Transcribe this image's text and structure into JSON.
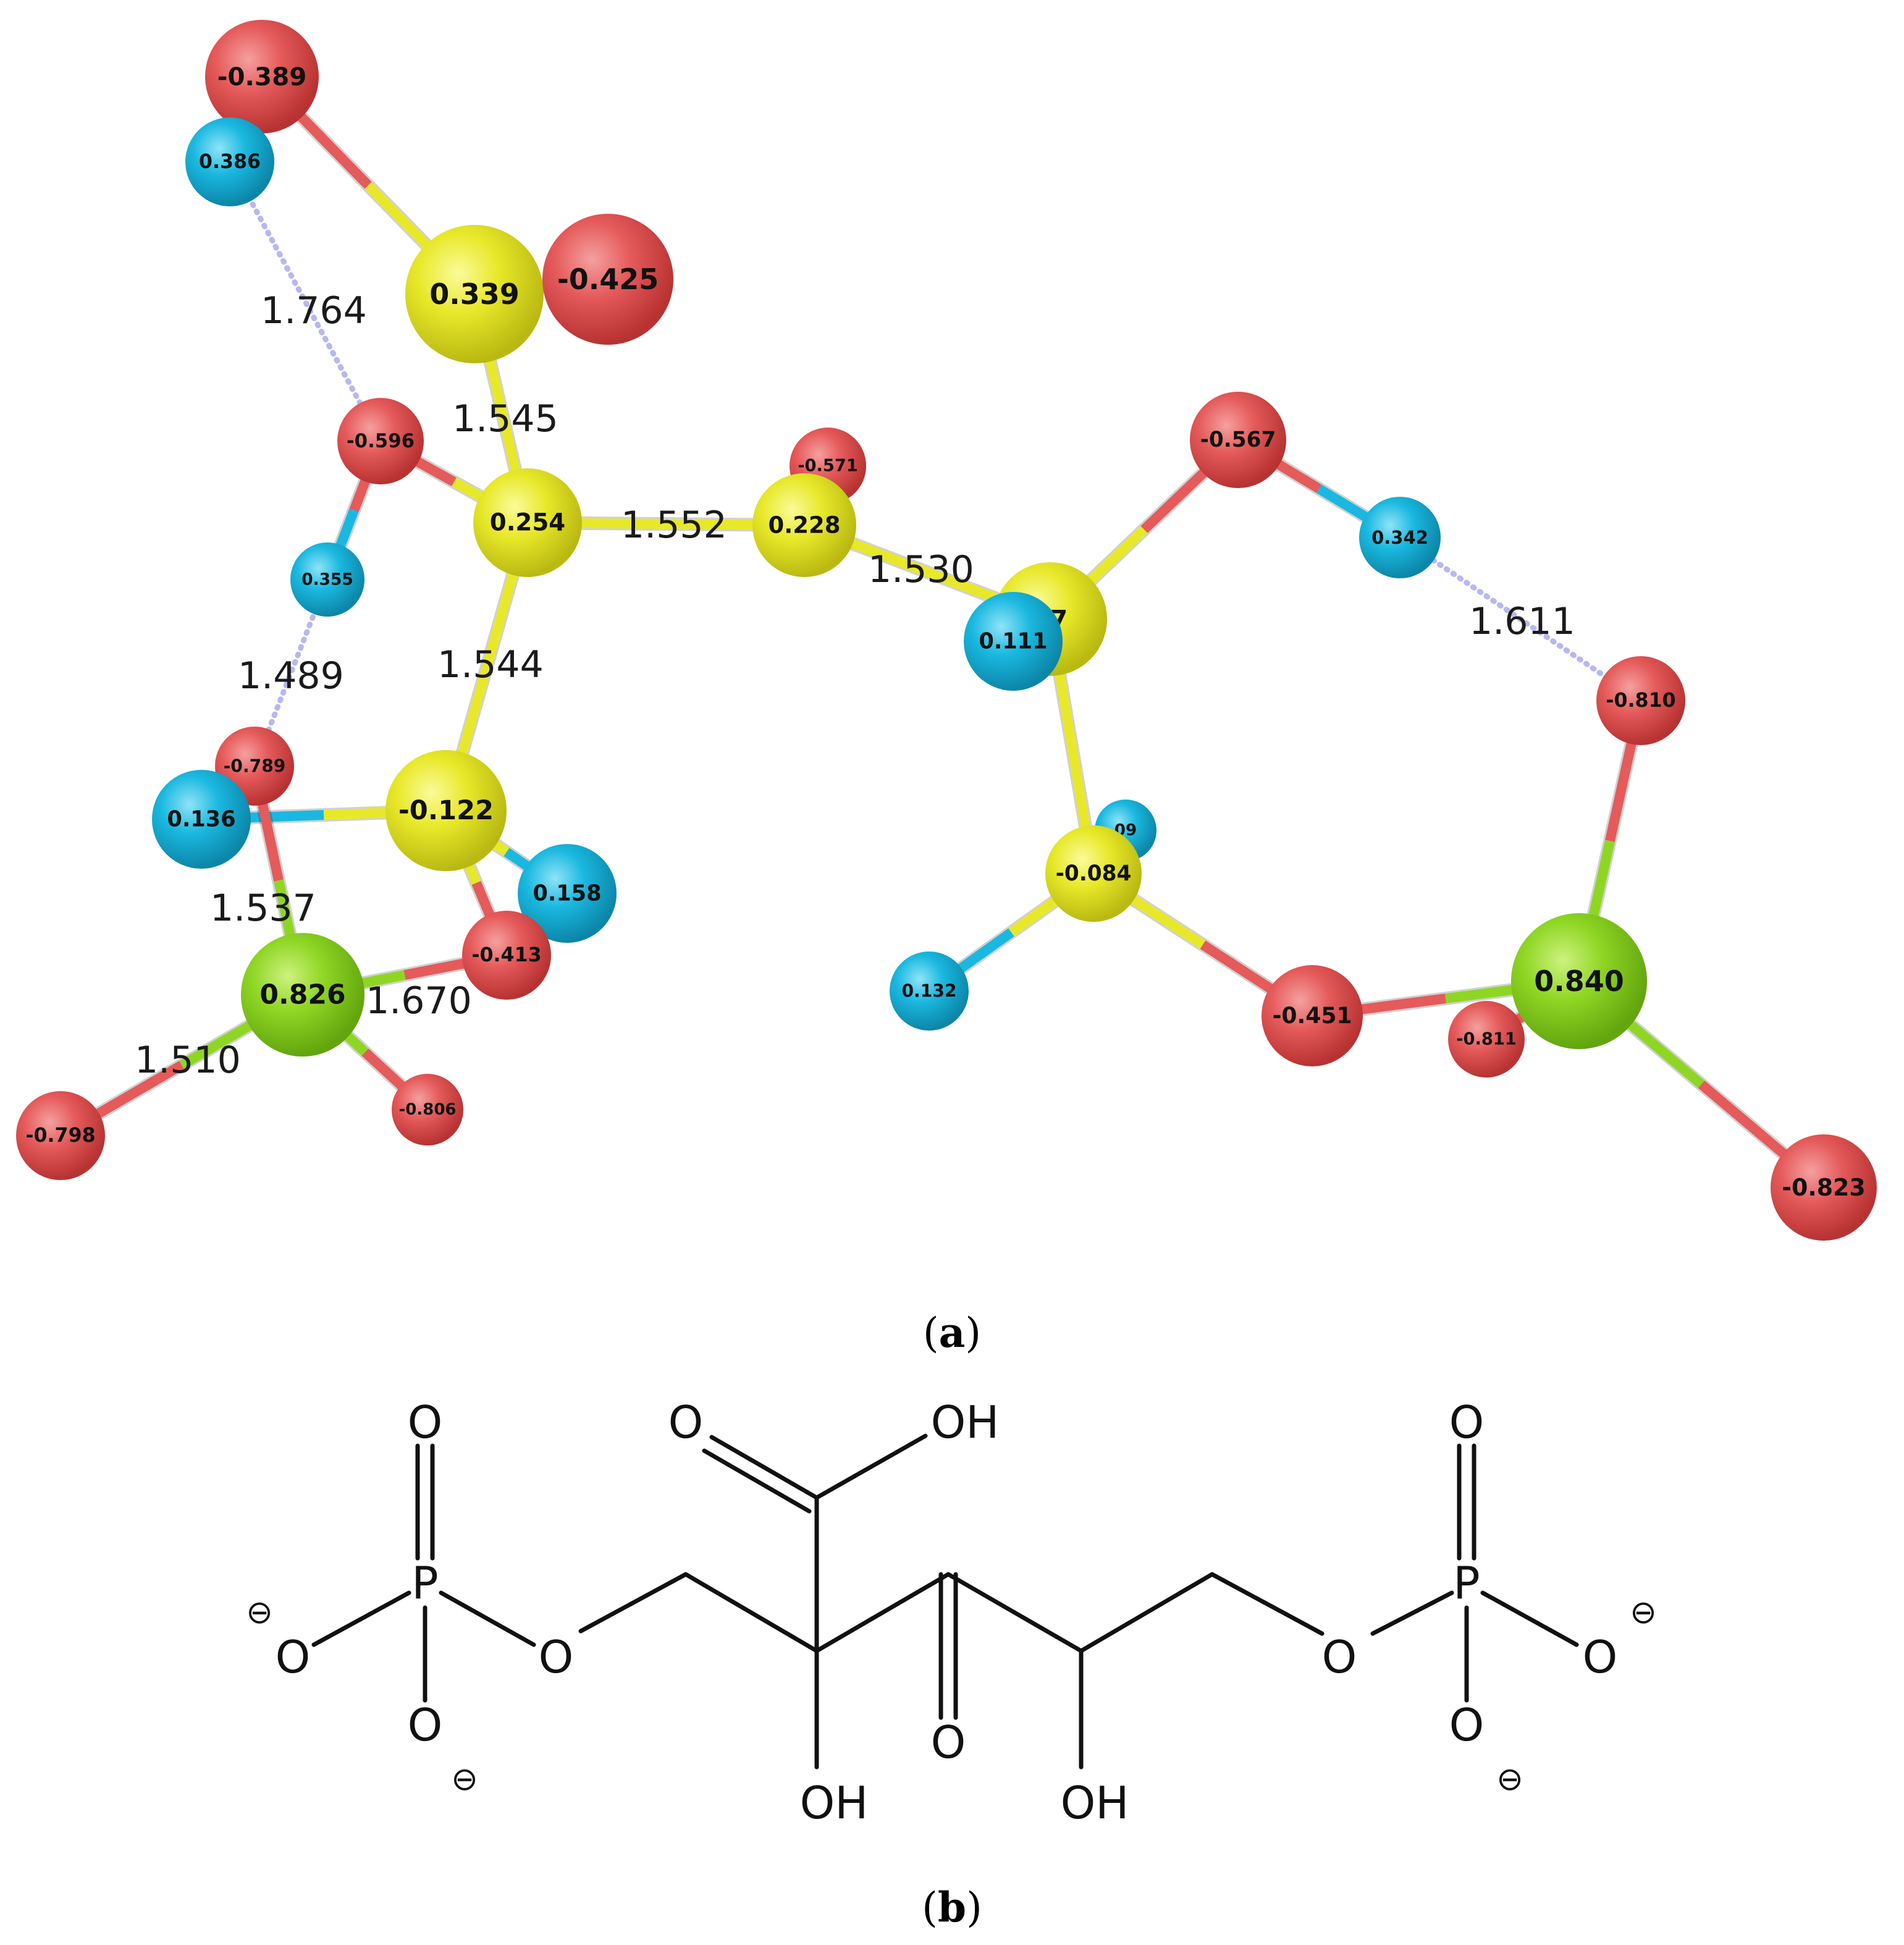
{
  "panel_a": {
    "label_open": "(",
    "label_letter": "a",
    "label_close": ")",
    "atom_colors": {
      "oxygen": "#e55a5a",
      "hydrogen": "#1ab8e0",
      "carbon": "#e8e82a",
      "phosphorus": "#8fd624",
      "hbond": "#b8b8f0"
    },
    "atoms": [
      {
        "id": "o1",
        "element": "oxygen",
        "charge": "-0.389"
      },
      {
        "id": "h1",
        "element": "hydrogen",
        "charge": "0.386"
      },
      {
        "id": "c1",
        "element": "carbon",
        "charge": "0.339"
      },
      {
        "id": "o2",
        "element": "oxygen",
        "charge": "-0.425"
      },
      {
        "id": "o3",
        "element": "oxygen",
        "charge": "-0.596"
      },
      {
        "id": "c2",
        "element": "carbon",
        "charge": "0.254"
      },
      {
        "id": "h2",
        "element": "hydrogen",
        "charge": "0.355"
      },
      {
        "id": "o4",
        "element": "oxygen",
        "charge": "-0.571"
      },
      {
        "id": "c3",
        "element": "carbon",
        "charge": "0.228"
      },
      {
        "id": "c4",
        "element": "carbon",
        "charge": "37"
      },
      {
        "id": "h3",
        "element": "hydrogen",
        "charge": "0.111"
      },
      {
        "id": "o5",
        "element": "oxygen",
        "charge": "-0.567"
      },
      {
        "id": "h4",
        "element": "hydrogen",
        "charge": "0.342"
      },
      {
        "id": "o6",
        "element": "oxygen",
        "charge": "-0.810"
      },
      {
        "id": "o7",
        "element": "oxygen",
        "charge": "-0.789"
      },
      {
        "id": "h5",
        "element": "hydrogen",
        "charge": "0.136"
      },
      {
        "id": "c5",
        "element": "carbon",
        "charge": "-0.122"
      },
      {
        "id": "h6",
        "element": "hydrogen",
        "charge": "0.158"
      },
      {
        "id": "o8",
        "element": "oxygen",
        "charge": "-0.413"
      },
      {
        "id": "p1",
        "element": "phosphorus",
        "charge": "0.826"
      },
      {
        "id": "o9",
        "element": "oxygen",
        "charge": "-0.806"
      },
      {
        "id": "o10",
        "element": "oxygen",
        "charge": "-0.798"
      },
      {
        "id": "h7",
        "element": "hydrogen",
        "charge": "09"
      },
      {
        "id": "c6",
        "element": "carbon",
        "charge": "-0.084"
      },
      {
        "id": "h8",
        "element": "hydrogen",
        "charge": "0.132"
      },
      {
        "id": "o11",
        "element": "oxygen",
        "charge": "-0.451"
      },
      {
        "id": "o12",
        "element": "oxygen",
        "charge": "-0.811"
      },
      {
        "id": "p2",
        "element": "phosphorus",
        "charge": "0.840"
      },
      {
        "id": "o13",
        "element": "oxygen",
        "charge": "-0.823"
      }
    ],
    "bonds": [
      [
        "o1",
        "c1"
      ],
      [
        "c1",
        "o2"
      ],
      [
        "c1",
        "c2"
      ],
      [
        "o3",
        "c2"
      ],
      [
        "o3",
        "h2"
      ],
      [
        "c2",
        "c3"
      ],
      [
        "c3",
        "o4"
      ],
      [
        "c3",
        "c4"
      ],
      [
        "c4",
        "o5"
      ],
      [
        "o5",
        "h4"
      ],
      [
        "c4",
        "c6"
      ],
      [
        "c4",
        "h3"
      ],
      [
        "c2",
        "c5"
      ],
      [
        "c5",
        "h5"
      ],
      [
        "c5",
        "h6"
      ],
      [
        "c5",
        "o8"
      ],
      [
        "o8",
        "p1"
      ],
      [
        "p1",
        "o7"
      ],
      [
        "p1",
        "o9"
      ],
      [
        "p1",
        "o10"
      ],
      [
        "c6",
        "h7"
      ],
      [
        "c6",
        "h8"
      ],
      [
        "c6",
        "o11"
      ],
      [
        "o11",
        "p2"
      ],
      [
        "p2",
        "o6"
      ],
      [
        "p2",
        "o12"
      ],
      [
        "p2",
        "o13"
      ]
    ],
    "hydrogen_bonds": [
      [
        "h1",
        "o3"
      ],
      [
        "h2",
        "o7"
      ],
      [
        "h4",
        "o6"
      ]
    ],
    "bond_lengths": [
      "1.764",
      "1.545",
      "1.552",
      "1.530",
      "1.611",
      "1.489",
      "1.544",
      "1.537",
      "1.670",
      "1.510"
    ]
  },
  "panel_b": {
    "label_open": "(",
    "label_letter": "b",
    "label_close": ")",
    "labels": {
      "p_left": "P",
      "o_left_top": "O",
      "o_left_minus": "O",
      "o_left_bottom": "O",
      "o_left_ester": "O",
      "o_carboxyl": "O",
      "oh_carboxyl": "OH",
      "oh_center": "OH",
      "o_ketone": "O",
      "oh_right": "OH",
      "o_right_ester": "O",
      "p_right": "P",
      "o_right_top": "O",
      "o_right_minus": "O",
      "o_right_bottom": "O"
    },
    "minus_sign": "⊖"
  }
}
